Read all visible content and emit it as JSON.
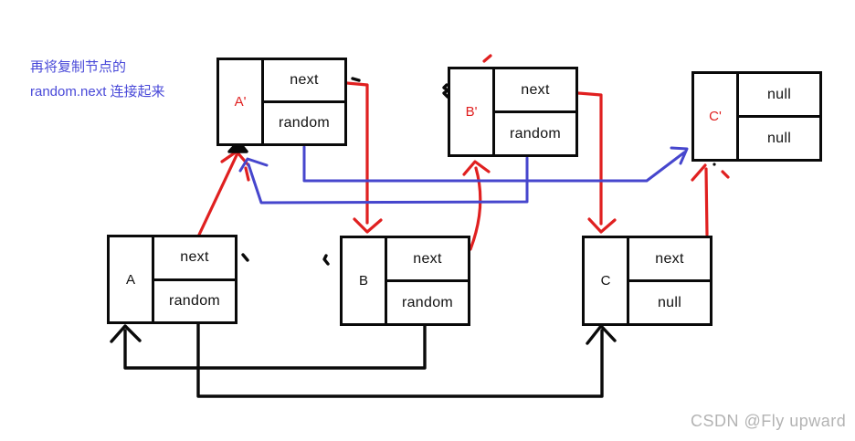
{
  "annotation": {
    "line1": "再将复制节点的",
    "line2": "random.next 连接起来"
  },
  "watermark": "CSDN @Fly upward",
  "colors": {
    "red": "#e02020",
    "blue": "#4646cd",
    "black": "#0a0a0a",
    "annotation": "#4848d8",
    "watermark": "#b3b3b3",
    "background": "#ffffff"
  },
  "nodes": [
    {
      "id": "A-copy",
      "label": "A'",
      "cells": [
        "next",
        "random"
      ]
    },
    {
      "id": "B-copy",
      "label": "B'",
      "cells": [
        "next",
        "random"
      ]
    },
    {
      "id": "C-copy",
      "label": "C'",
      "cells": [
        "null",
        "null"
      ]
    },
    {
      "id": "A",
      "label": "A",
      "cells": [
        "next",
        "random"
      ]
    },
    {
      "id": "B",
      "label": "B",
      "cells": [
        "next",
        "random"
      ]
    },
    {
      "id": "C",
      "label": "C",
      "cells": [
        "next",
        "null"
      ]
    }
  ],
  "edges": [
    {
      "from": "A",
      "pointer": "next",
      "to": "A'",
      "color": "red"
    },
    {
      "from": "A'",
      "pointer": "next",
      "to": "B",
      "color": "red"
    },
    {
      "from": "B",
      "pointer": "next",
      "to": "B'",
      "color": "red"
    },
    {
      "from": "B'",
      "pointer": "next",
      "to": "C",
      "color": "red"
    },
    {
      "from": "C",
      "pointer": "next",
      "to": "C'",
      "color": "red"
    },
    {
      "from": "A'",
      "pointer": "random",
      "to": "C'",
      "color": "blue"
    },
    {
      "from": "B'",
      "pointer": "random",
      "to": "A'",
      "color": "blue"
    },
    {
      "from": "A",
      "pointer": "random",
      "to": "C",
      "color": "black"
    },
    {
      "from": "B",
      "pointer": "random",
      "to": "A",
      "color": "black"
    }
  ]
}
